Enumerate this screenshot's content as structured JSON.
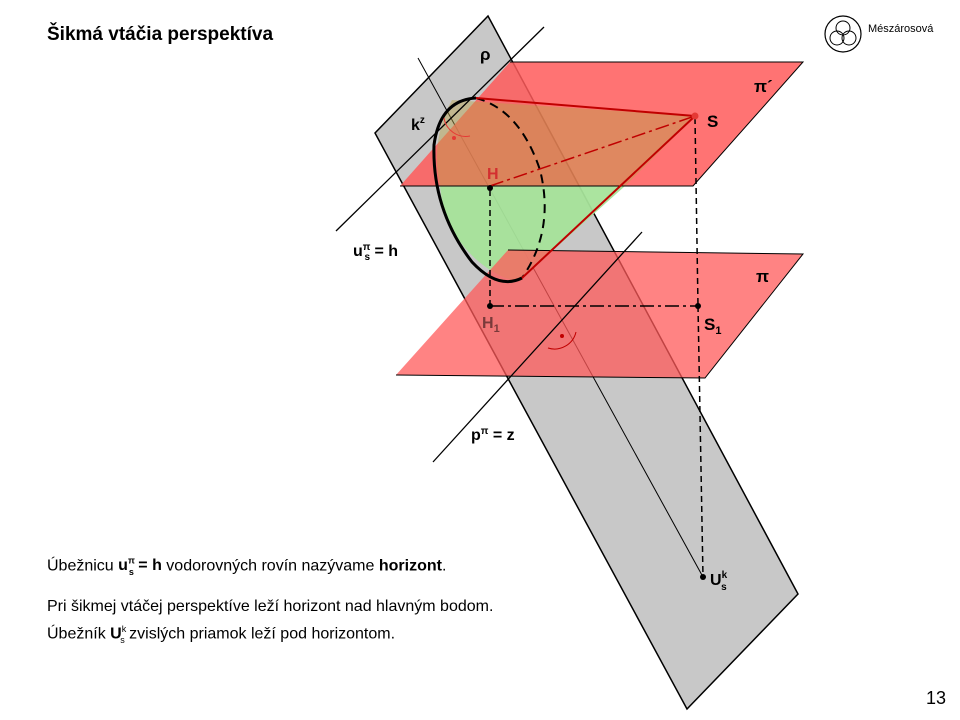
{
  "header": {
    "title": "Šikmá vtáčia perspektíva",
    "brand": "Mészárosová"
  },
  "footer": {
    "page_number": "13"
  },
  "diagram": {
    "labels": {
      "rho": "ρ",
      "pi_prime": "π´",
      "pi": "π",
      "S": "S",
      "S1_base": "S",
      "S1_sub": "1",
      "H": "H",
      "H1_base": "H",
      "H1_sub": "1",
      "kz_base": "k",
      "kz_sup": "z",
      "horizon_u": "u",
      "horizon_sup": "π",
      "horizon_sub": "s",
      "horizon_rest": " = h",
      "ground_p": "p",
      "ground_sup": "π",
      "ground_rest": " = z",
      "vanish_U": "U",
      "vanish_sup": "k",
      "vanish_sub": "s"
    },
    "colors": {
      "plane_gray": "#c8c8c8",
      "plane_red": "#ff5a5a",
      "cone_green": "#9edc8e",
      "line_dark_red": "#c00000",
      "accent_red": "#e53935"
    }
  },
  "text": {
    "p1_a": "Úbežnicu ",
    "p1_b": "u",
    "p1_sup": "π",
    "p1_sub": "s",
    "p1_c": " = h",
    "p1_d": " vodorovných rovín nazývame ",
    "p1_e": "horizont",
    "p1_f": ".",
    "p2": "Pri šikmej vtáčej perspektíve leží horizont nad hlavným bodom.",
    "p3_a": "Úbežník ",
    "p3_b": "U",
    "p3_sup": "k",
    "p3_sub": "s",
    "p3_c": "  zvislých priamok leží pod horizontom."
  }
}
